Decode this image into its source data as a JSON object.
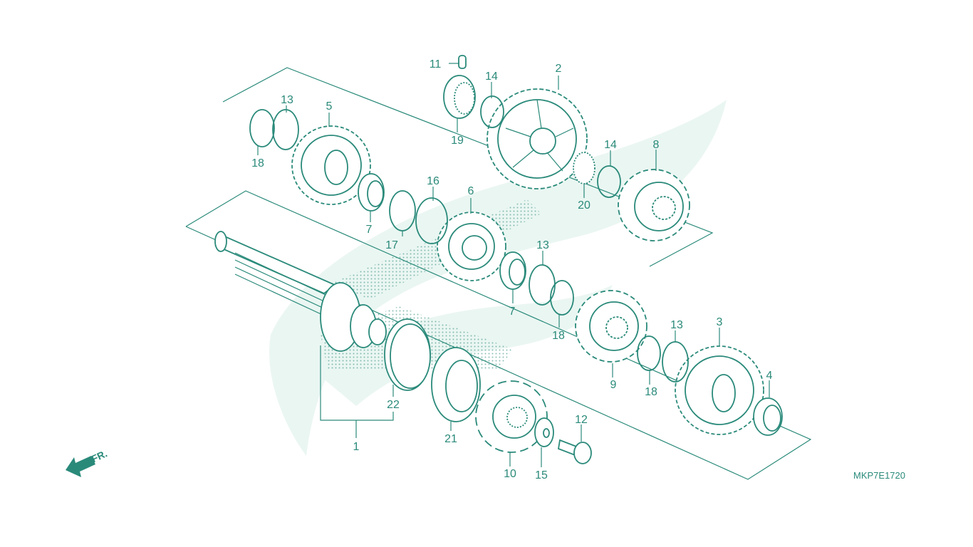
{
  "diagram": {
    "drawing_code": "MKP7E1720",
    "front_label": "FR.",
    "colors": {
      "line": "#2a8a7a",
      "watermark": "#eaf6f2",
      "background": "#ffffff"
    }
  },
  "parts": [
    {
      "id": "p1",
      "label": "1"
    },
    {
      "id": "p2",
      "label": "2"
    },
    {
      "id": "p3",
      "label": "3"
    },
    {
      "id": "p4",
      "label": "4"
    },
    {
      "id": "p5",
      "label": "5"
    },
    {
      "id": "p6",
      "label": "6"
    },
    {
      "id": "p7a",
      "label": "7"
    },
    {
      "id": "p7b",
      "label": "7"
    },
    {
      "id": "p8",
      "label": "8"
    },
    {
      "id": "p9",
      "label": "9"
    },
    {
      "id": "p10",
      "label": "10"
    },
    {
      "id": "p11",
      "label": "11"
    },
    {
      "id": "p12",
      "label": "12"
    },
    {
      "id": "p13a",
      "label": "13"
    },
    {
      "id": "p13b",
      "label": "13"
    },
    {
      "id": "p13c",
      "label": "13"
    },
    {
      "id": "p14a",
      "label": "14"
    },
    {
      "id": "p14b",
      "label": "14"
    },
    {
      "id": "p15",
      "label": "15"
    },
    {
      "id": "p16",
      "label": "16"
    },
    {
      "id": "p17",
      "label": "17"
    },
    {
      "id": "p18a",
      "label": "18"
    },
    {
      "id": "p18b",
      "label": "18"
    },
    {
      "id": "p18c",
      "label": "18"
    },
    {
      "id": "p19",
      "label": "19"
    },
    {
      "id": "p20",
      "label": "20"
    },
    {
      "id": "p21",
      "label": "21"
    },
    {
      "id": "p22",
      "label": "22"
    }
  ]
}
